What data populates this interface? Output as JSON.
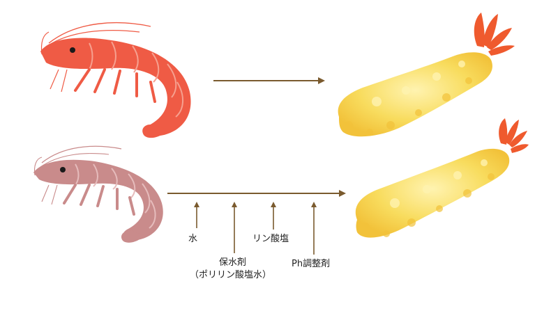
{
  "colors": {
    "fresh_shrimp": "#ef5b45",
    "fresh_shrimp_light": "#f6a08f",
    "treated_shrimp": "#c98b8b",
    "treated_shrimp_light": "#e6bcbc",
    "arrow": "#7a5a2e",
    "batter": "#f6d24e",
    "batter_light": "#fde98a",
    "tail": "#ef5a2e"
  },
  "icons": {
    "fresh_shrimp": "raw-shrimp-icon",
    "treated_shrimp": "treated-shrimp-icon",
    "tempura": "shrimp-tempura-icon"
  },
  "additives": {
    "water": "水",
    "water_retention_agent": "保水剤",
    "water_retention_agent_note": "（ポリリン酸塩水）",
    "phosphate": "リン酸塩",
    "ph_adjuster": "Ph調整剤"
  }
}
